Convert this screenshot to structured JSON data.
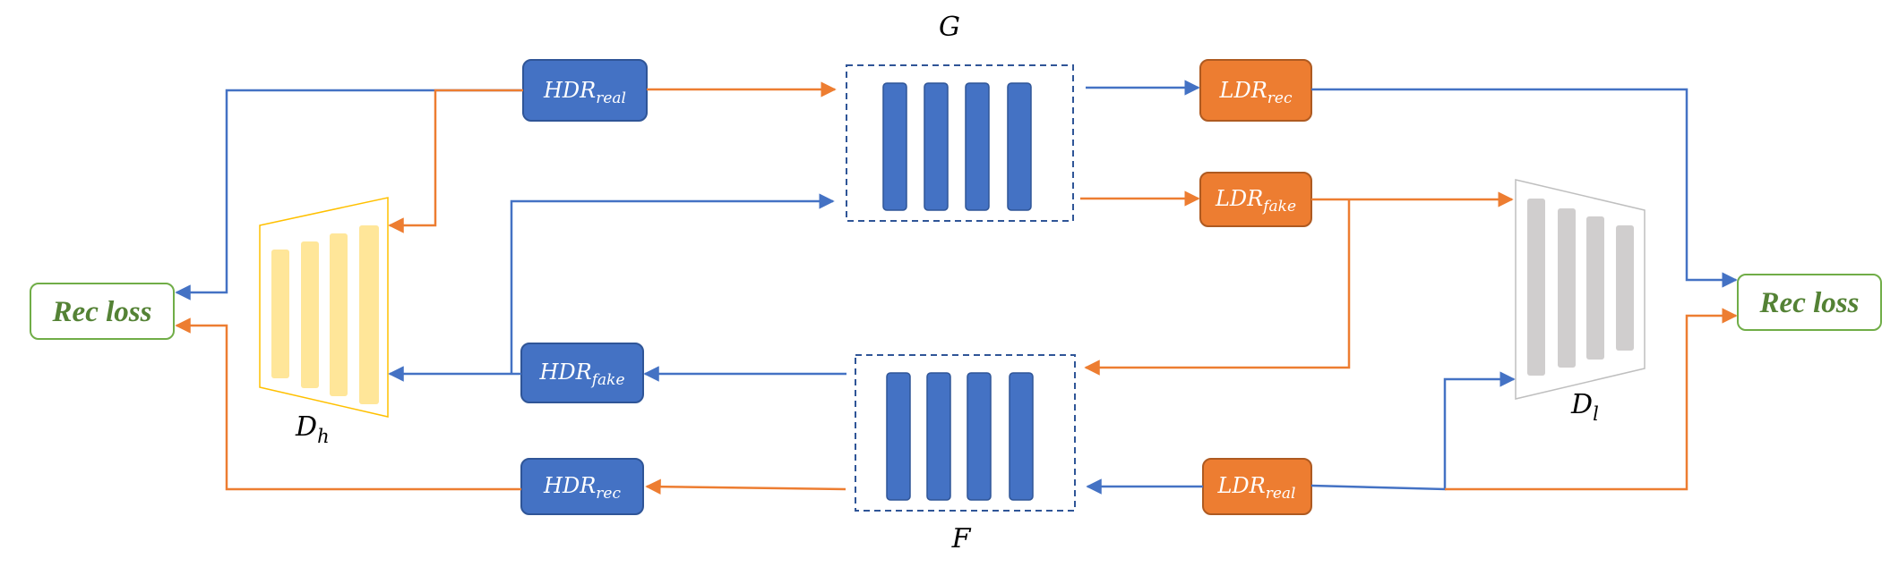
{
  "colors": {
    "blue": "#4472c4",
    "blue_dark": "#2f5597",
    "orange": "#ed7d31",
    "orange_dark": "#ae5a21",
    "green": "#548235",
    "green_border": "#70ad47",
    "yellow_fill": "#ffe699",
    "yellow_border": "#ffc000",
    "gray_fill": "#d0cece",
    "gray_border": "#bfbfbf"
  },
  "networks": {
    "generator_G": "G",
    "generator_F": "F",
    "disc_h": {
      "base": "D",
      "sub": "h"
    },
    "disc_l": {
      "base": "D",
      "sub": "l"
    }
  },
  "boxes": {
    "hdr_real": {
      "base": "HDR",
      "sub": "real"
    },
    "hdr_fake": {
      "base": "HDR",
      "sub": "fake"
    },
    "hdr_rec": {
      "base": "HDR",
      "sub": "rec"
    },
    "ldr_rec": {
      "base": "LDR",
      "sub": "rec"
    },
    "ldr_fake": {
      "base": "LDR",
      "sub": "fake"
    },
    "ldr_real": {
      "base": "LDR",
      "sub": "real"
    }
  },
  "losses": {
    "left": "Rec loss",
    "right": "Rec loss"
  }
}
